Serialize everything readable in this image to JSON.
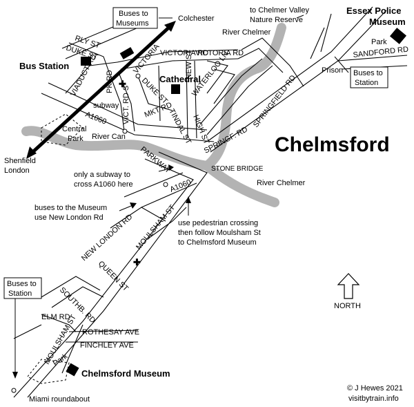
{
  "title": "Chelmsford",
  "places": {
    "colchester": "Colchester",
    "chelmer_valley": [
      "to Chelmer Valley",
      "Nature Reserve"
    ],
    "river_chelmer_top": "River Chelmer",
    "essex_police": [
      "Essex Police",
      "Museum"
    ],
    "park_top": "Park",
    "prison": "Prison",
    "bus_station": "Bus Station",
    "cathedral": "Cathedral",
    "subway": "subway",
    "central_park": [
      "Central",
      "Park"
    ],
    "river_can": "River Can",
    "shenfield": [
      "Shenfield",
      "London"
    ],
    "stone_bridge": "STONE BRIDGE",
    "river_chelmer_mid": "River Chelmer",
    "chelmsford_museum": "Chelmsford Museum",
    "park_bottom": "Park",
    "miami": "Miami roundabout"
  },
  "roads": {
    "rly_st": "RLY ST",
    "duke_st_top": "DUKE ST",
    "viaduct_rd": "VIADUCT RD",
    "victoria_rd_s": "VICTORIA",
    "victoria_rd": "VICTORIA RD",
    "victoria_rd_e": "VICTORIA RD",
    "pk_rd": "PK RD",
    "duke_st": "DUKE ST",
    "new_st": "NEW ST",
    "waterloo_ln": "WATERLOO LN",
    "vict_rd_s": "VICT. RD S",
    "mkt_rd": "MKT RD",
    "tindal_st": "TINDAL ST",
    "high_st": "HIGH ST",
    "springfield_rd": "SPRINGFIELD RD",
    "springf_rd": "SPRINGF. RD",
    "parkway": "PARKWAY",
    "a1060_w": "A1060",
    "a1060_e": "A1060",
    "sandford_rd": "SANDFORD RD",
    "new_london_rd": "NEW LONDON RD",
    "moulsham_st": "MOULSHAM ST",
    "queen_st": "QUEEN ST",
    "southb_rd": "SOUTHB. RD",
    "elm_rd": "ELM RD",
    "moulsham_st_s": "MOULSHAM ST",
    "rothesay_ave": "ROTHESAY AVE",
    "finchley_ave": "FINCHLEY AVE"
  },
  "notes": {
    "buses_to_museums": [
      "Buses to",
      "Museums"
    ],
    "buses_to_station_right": [
      "Buses to",
      "Station"
    ],
    "buses_to_station_left": [
      "Buses to",
      "Station"
    ],
    "subway_note": [
      "only a subway to",
      "cross A1060 here"
    ],
    "museum_bus_note": [
      "buses to the Museum",
      "use New London Rd"
    ],
    "crossing_note": [
      "use pedestrian crossing",
      "then follow Moulsham St",
      "to Chelmsford Museum"
    ]
  },
  "compass": "NORTH",
  "credit": [
    "© J Hewes 2021",
    "visitbytrain.info"
  ],
  "colors": {
    "river": "#b3b3b3",
    "ink": "#000000",
    "background": "#ffffff"
  }
}
